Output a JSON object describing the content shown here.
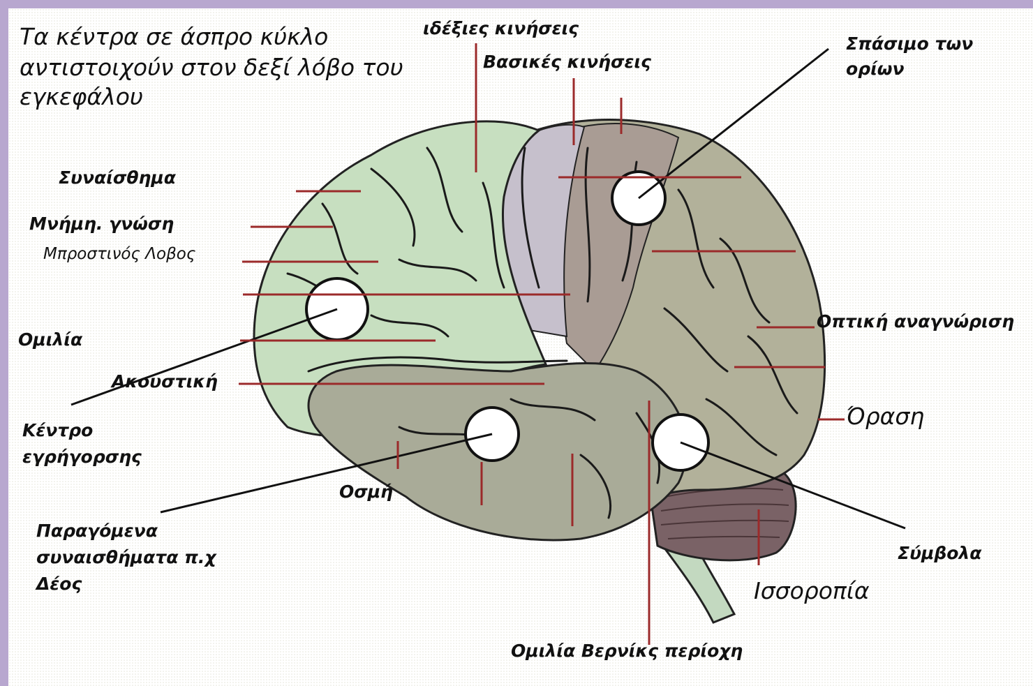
{
  "note": {
    "line1": "Τα κέντρα σε άσπρο κύκλο",
    "line2": "αντιστοιχούν στον δεξί λόβο του",
    "line3": "εγκεφάλου"
  },
  "labels": {
    "dexterous_movements": "ιδέξιες κινήσεις",
    "basic_movements": "Βασικές κινήσεις",
    "boundary_line1": "Σπάσιμο των",
    "boundary_line2": "ορίων",
    "emotion": "Συναίσθημα",
    "memory_knowledge": "Μνήμη. γνώση",
    "frontal_lobe": "Μπροστινός Λοβος",
    "speech": "Ομιλία",
    "hearing": "Ακουστική",
    "alertness_line1": "Κέντρο",
    "alertness_line2": "εγρήγορσης",
    "smell": "Οσμή",
    "derived_line1": "Παραγόμενα",
    "derived_line2": "συναισθήματα π.χ",
    "derived_line3": "Δέος",
    "visual_recognition": "Οπτική αναγνώριση",
    "vision": "Όραση",
    "symbols": "Σύμβολα",
    "balance": "Ισσοροπία",
    "wernicke": "Ομιλία Βερνίκς περίοχη"
  },
  "colors": {
    "frame": "#b8a7cf",
    "frontal": "#c7dfc0",
    "motor_strip": "#c6c0cc",
    "somatosensory": "#a99c94",
    "temporal": "#a9ab98",
    "occipital": "#b2b19a",
    "cerebellum": "#7a6266",
    "brainstem": "#c3d9c0",
    "sulcus": "#1a1a1a",
    "pointer": "#9b2a2a"
  }
}
